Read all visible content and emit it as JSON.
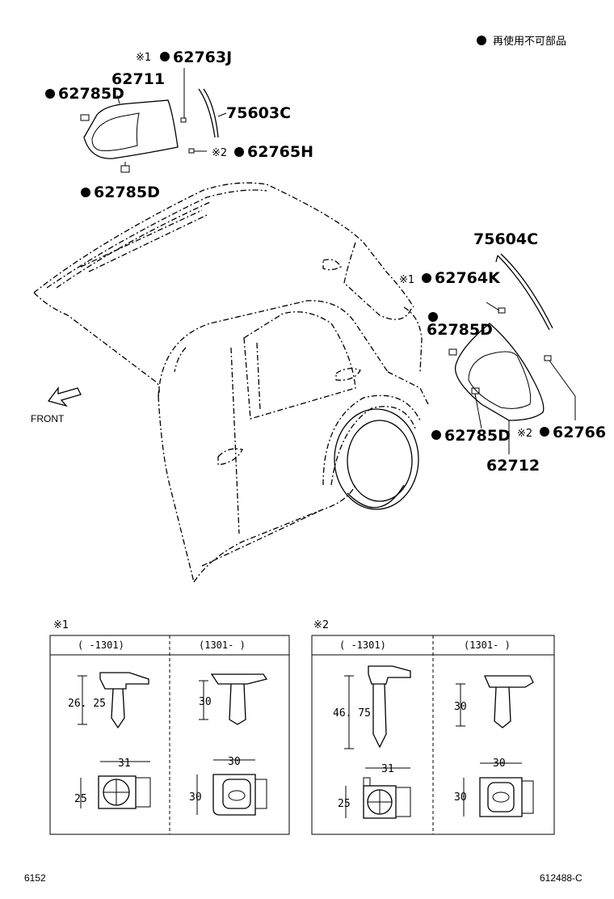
{
  "legend": {
    "text": "再使用不可部品"
  },
  "parts": {
    "p62763J": "62763J",
    "p62711": "62711",
    "p62785D_a": "62785D",
    "p75603C": "75603C",
    "p62765H": "62765H",
    "p62785D_b": "62785D",
    "p75604C": "75604C",
    "p62764K": "62764K",
    "p62785D_c": "62785D",
    "p62785D_d": "62785D",
    "p62766": "62766",
    "p62712": "62712"
  },
  "notes": {
    "mark1": "※1",
    "mark2": "※2"
  },
  "front_label": "FRONT",
  "box1": {
    "title": "※1",
    "col_left": "(   -1301)",
    "col_right": "(1301-    )",
    "dim_left_h": "26. 25",
    "dim_left_w": "31",
    "dim_left_sq": "25",
    "dim_right_h": "30",
    "dim_right_w": "30",
    "dim_right_sq": "30"
  },
  "box2": {
    "title": "※2",
    "col_left": "(   -1301)",
    "col_right": "(1301-    )",
    "dim_left_h": "46. 75",
    "dim_left_w": "31",
    "dim_left_sq": "25",
    "dim_right_h": "30",
    "dim_right_w": "30",
    "dim_right_sq": "30"
  },
  "footer": {
    "left": "6152",
    "right": "612488-C"
  }
}
